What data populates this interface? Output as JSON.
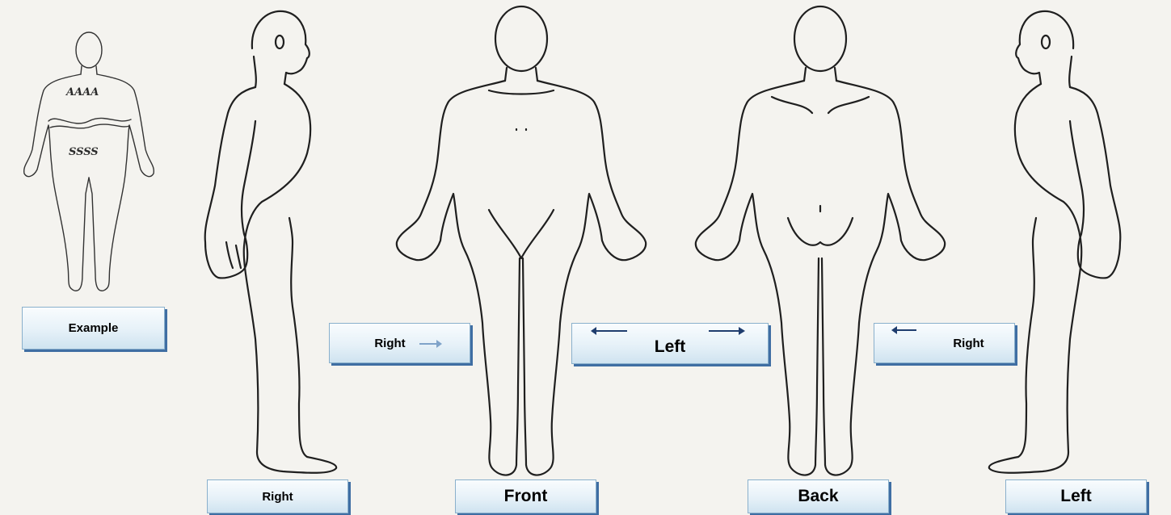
{
  "labels": {
    "example": "Example",
    "side_right_bottom": "Right",
    "front": "Front",
    "back": "Back",
    "side_left_bottom": "Left",
    "front_right": "Right",
    "middle_left": "Left",
    "back_right": "Right"
  },
  "example_marks": {
    "upper": "AAAA",
    "lower": "SSSS"
  },
  "colors": {
    "label_shadow": "#3f6ea3",
    "arrow_dark": "#1f3d6e",
    "arrow_light": "#7fa3c9",
    "line": "#1f1f1f",
    "background": "#f4f3ef"
  }
}
